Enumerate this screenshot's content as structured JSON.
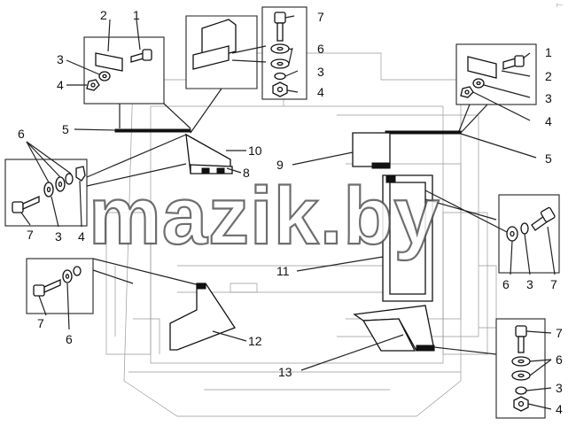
{
  "watermark": "mazik.by",
  "corner_mark": "r--",
  "callouts": {
    "tl_bolt": "1",
    "tl_plate": "2",
    "tl_washer": "3",
    "tl_nut": "4",
    "tc_bolt": "7",
    "tc_washer_big": "6",
    "tc_washer_small": "3",
    "tc_nut": "4",
    "tr_bolt": "1",
    "tr_plate": "2",
    "tr_washer": "3",
    "tr_nut": "4",
    "left_bracket": "5",
    "right_bracket": "5",
    "ml_washer": "6",
    "ml_bolt": "7",
    "ml_lockwasher": "3",
    "ml_nut": "4",
    "bracket_10": "10",
    "bracket_8": "8",
    "block_9": "9",
    "mr_washer": "6",
    "mr_lockwasher": "3",
    "mr_bolt": "7",
    "bl_bolt": "7",
    "bl_washer": "6",
    "panel_11": "11",
    "step_12": "12",
    "step_13": "13",
    "br_bolt": "7",
    "br_washers": "6",
    "br_lockwasher": "3",
    "br_nut": "4"
  }
}
